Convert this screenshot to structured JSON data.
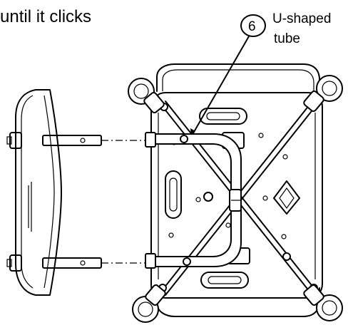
{
  "instruction": {
    "text": "until it clicks"
  },
  "callout": {
    "number": "6",
    "label_line1": "U-shaped",
    "label_line2": "tube"
  },
  "colors": {
    "ink": "#000000",
    "paper": "#ffffff"
  }
}
